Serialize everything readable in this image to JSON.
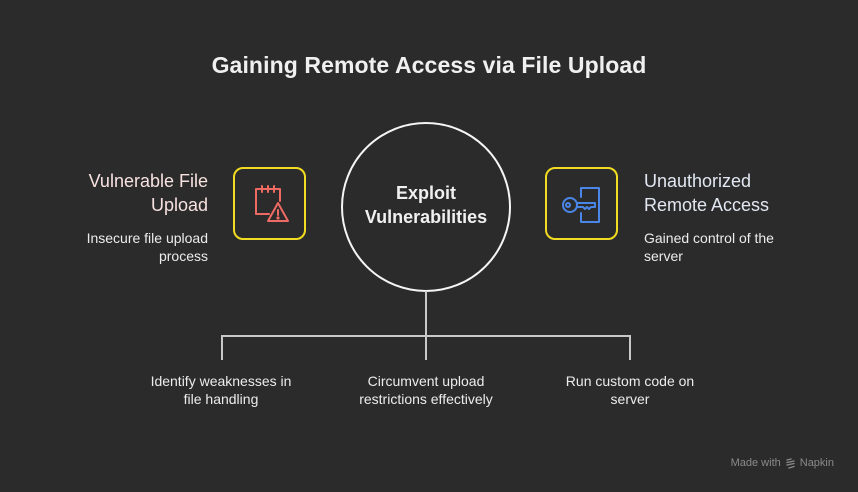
{
  "title": "Gaining Remote Access via File Upload",
  "center": {
    "label_line1": "Exploit",
    "label_line2": "Vulnerabilities"
  },
  "left": {
    "title_line1": "Vulnerable File",
    "title_line2": "Upload",
    "desc_line1": "Insecure file upload",
    "desc_line2": "process",
    "icon": "calendar-warning-icon",
    "icon_color": "#f06a64"
  },
  "right": {
    "title_line1": "Unauthorized",
    "title_line2": "Remote Access",
    "desc_line1": "Gained control of the",
    "desc_line2": "server",
    "icon": "key-door-icon",
    "icon_color": "#4a86e8"
  },
  "steps": [
    {
      "line1": "Identify weaknesses in",
      "line2": "file handling"
    },
    {
      "line1": "Circumvent upload",
      "line2": "restrictions effectively"
    },
    {
      "line1": "Run custom code on",
      "line2": "server"
    }
  ],
  "colors": {
    "background": "#2b2b2b",
    "box_border": "#f2dc22",
    "connector": "#c8c8c8"
  },
  "watermark": {
    "prefix": "Made with",
    "brand": "Napkin"
  }
}
